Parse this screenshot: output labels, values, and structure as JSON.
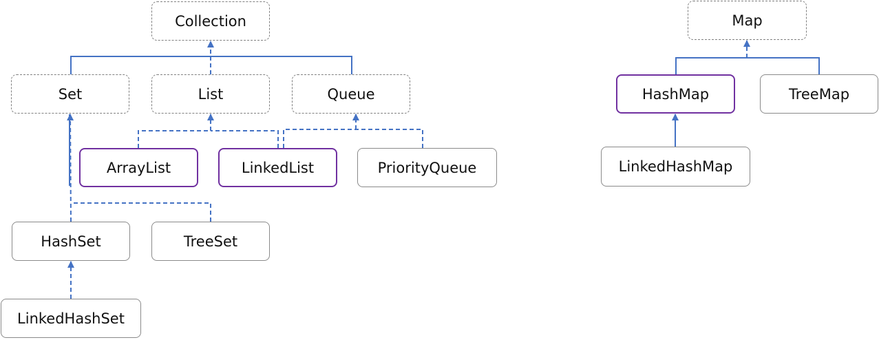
{
  "diagram": {
    "line_color": "#4472c4",
    "highlight_color": "#7030a0",
    "nodes": {
      "collection": "Collection",
      "set": "Set",
      "list": "List",
      "queue": "Queue",
      "arraylist": "ArrayList",
      "linkedlist": "LinkedList",
      "priorityqueue": "PriorityQueue",
      "hashset": "HashSet",
      "treeset": "TreeSet",
      "linkedhashset": "LinkedHashSet",
      "map": "Map",
      "hashmap": "HashMap",
      "treemap": "TreeMap",
      "linkedhashmap": "LinkedHashMap"
    },
    "highlighted": [
      "arraylist",
      "linkedlist",
      "hashmap"
    ]
  }
}
